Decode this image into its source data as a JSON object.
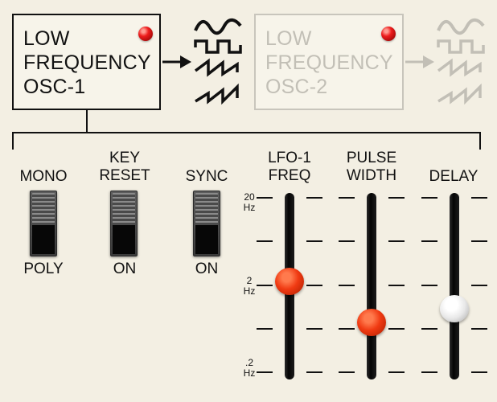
{
  "lfo1": {
    "title_lines": [
      "LOW",
      "FREQUENCY",
      "OSC-1"
    ],
    "active": true
  },
  "lfo2": {
    "title_lines": [
      "LOW",
      "FREQUENCY",
      "OSC-2"
    ],
    "active": false
  },
  "controls": {
    "mono_poly": {
      "top_label": "MONO",
      "bottom_label": "POLY",
      "position": "down"
    },
    "key_reset": {
      "top_label": [
        "KEY",
        "RESET"
      ],
      "bottom_label": "ON",
      "position": "down"
    },
    "sync": {
      "top_label": "SYNC",
      "bottom_label": "ON",
      "position": "down"
    }
  },
  "sliders": {
    "lfo1_freq": {
      "label": [
        "LFO-1",
        "FREQ"
      ],
      "value": 0.53,
      "color": "#f03a12"
    },
    "pulse_width": {
      "label": [
        "PULSE",
        "WIDTH"
      ],
      "value": 0.29,
      "color": "#f03a12"
    },
    "delay": {
      "label": "DELAY",
      "value": 0.37,
      "color": "#e8e8e8"
    }
  },
  "freq_scale": {
    "top": [
      "20",
      "Hz"
    ],
    "mid": [
      "2",
      "Hz"
    ],
    "bottom": [
      ".2",
      "Hz"
    ]
  },
  "colors": {
    "led": "#ee1d1d",
    "background": "#f3efe3",
    "dim": "#c2bfb6"
  },
  "icons": {
    "waveforms": [
      "sine-wave-icon",
      "square-wave-icon",
      "sawtooth-wave-icon",
      "reverse-sawtooth-wave-icon"
    ]
  }
}
